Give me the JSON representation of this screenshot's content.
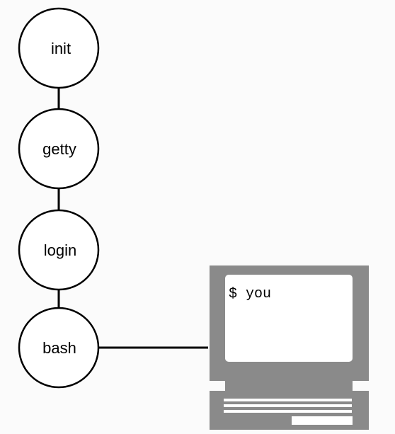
{
  "process_chain": [
    {
      "label": "init"
    },
    {
      "label": "getty"
    },
    {
      "label": "login"
    },
    {
      "label": "bash"
    }
  ],
  "terminal": {
    "screen_text": "$ you"
  },
  "colors": {
    "node_fill": "#ffffff",
    "node_stroke": "#000000",
    "terminal_body": "#8a8a8a",
    "terminal_screen": "#ffffff"
  }
}
